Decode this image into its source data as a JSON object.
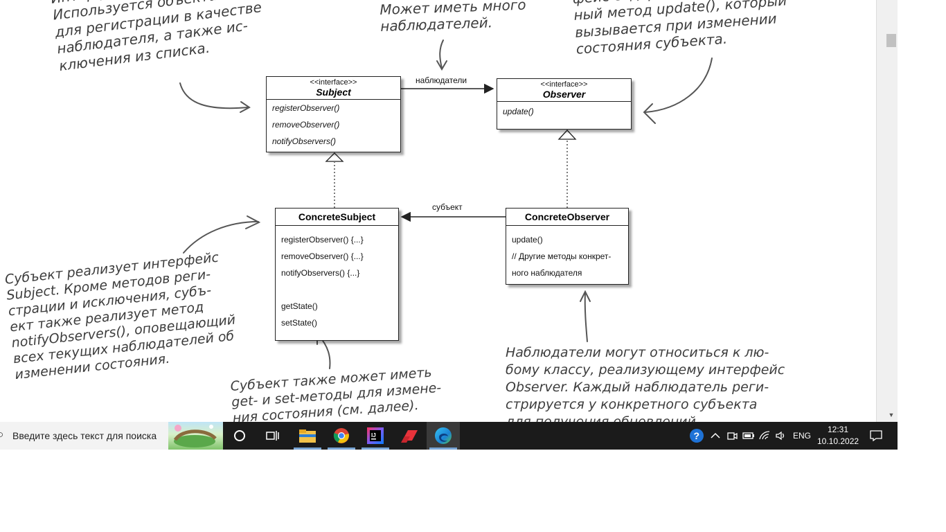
{
  "diagram": {
    "subject": {
      "stereotype": "<<interface>>",
      "name": "Subject",
      "methods": [
        "registerObserver()",
        "removeObserver()",
        "notifyObservers()"
      ]
    },
    "observer": {
      "stereotype": "<<interface>>",
      "name": "Observer",
      "methods": [
        "update()"
      ]
    },
    "concrete_subject": {
      "name": "ConcreteSubject",
      "methods": [
        "registerObserver() {...}",
        "removeObserver() {...}",
        "notifyObservers() {...}",
        "",
        "getState()",
        "setState()"
      ]
    },
    "concrete_observer": {
      "name": "ConcreteObserver",
      "methods": [
        "update()",
        "// Другие методы конкрет-",
        "ного наблюдателя"
      ]
    },
    "assoc_observers_label": "наблюдатели",
    "assoc_subject_label": "субъект"
  },
  "notes": {
    "top_left": [
      "Интерфейс субъекта.",
      "Используется объектами",
      "для регистрации в качестве",
      "наблюдателя, а также ис-",
      "ключения из списка."
    ],
    "top_center": [
      "Может иметь много",
      "наблюдателей."
    ],
    "top_right": [
      "фейс содержит един-",
      "ный метод update(), который",
      "вызывается при изменении",
      "состояния субъекта."
    ],
    "bottom_left": [
      "Субъект реализует интерфейс",
      "Subject. Кроме методов реги-",
      "страции и исключения, субъ-",
      "ект также реализует метод",
      "notifyObservers(), оповещающий",
      "всех текущих наблюдателей об",
      "изменении состояния."
    ],
    "bottom_center": [
      "Субъект также может иметь",
      "get- и set-методы для измене-",
      "ния состояния (см. далее)."
    ],
    "bottom_right": [
      "Наблюдатели могут относиться к лю-",
      "бому классу, реализующему интерфейс",
      "Observer. Каждый наблюдатель реги-",
      "стрируется у конкретного субъекта",
      "для получения обновлений."
    ]
  },
  "taskbar": {
    "search_placeholder": "Введите здесь текст для поиска",
    "apps": [
      {
        "icon": "task-view-icon"
      },
      {
        "icon": "file-explorer-icon"
      },
      {
        "icon": "chrome-icon"
      },
      {
        "icon": "intellij-icon"
      },
      {
        "icon": "anydesk-icon"
      },
      {
        "icon": "edge-icon"
      }
    ],
    "language": "ENG",
    "time": "12:31",
    "date": "10.10.2022"
  },
  "colors": {
    "taskbar_bg": "#1b1b1b",
    "handwriting": "#3d3d3d",
    "active_indicator": "#78a4d4"
  }
}
